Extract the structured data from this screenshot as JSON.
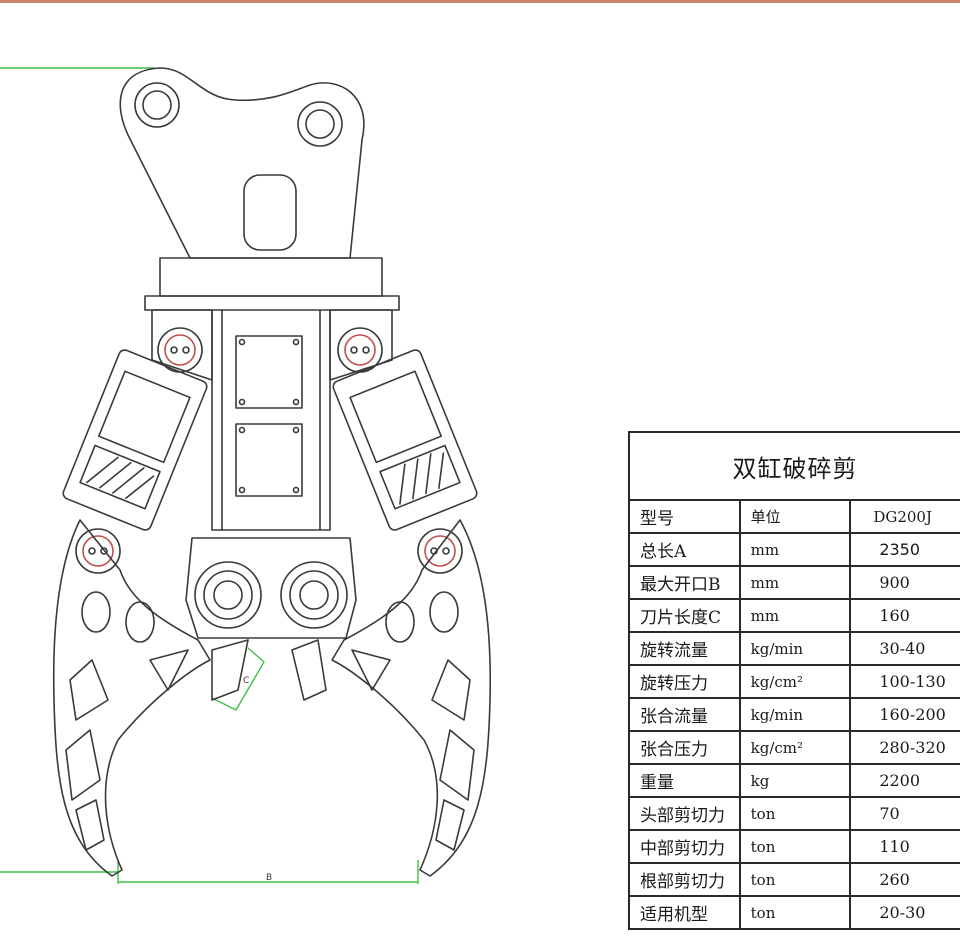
{
  "table": {
    "title": "双缸破碎剪",
    "header": {
      "model_label": "型号",
      "unit_label": "单位",
      "model_value": "DG200J"
    },
    "rows": [
      {
        "name": "总长A",
        "unit": "mm",
        "value": "2350"
      },
      {
        "name": "最大开口B",
        "unit": "mm",
        "value": "900"
      },
      {
        "name": "刀片长度C",
        "unit": "mm",
        "value": "160"
      },
      {
        "name": "旋转流量",
        "unit": "kg/min",
        "value": "30-40"
      },
      {
        "name": "旋转压力",
        "unit": "kg/cm²",
        "value": "100-130"
      },
      {
        "name": "张合流量",
        "unit": "kg/min",
        "value": "160-200"
      },
      {
        "name": "张合压力",
        "unit": "kg/cm²",
        "value": "280-320"
      },
      {
        "name": "重量",
        "unit": "kg",
        "value": "2200"
      },
      {
        "name": "头部剪切力",
        "unit": "ton",
        "value": "70"
      },
      {
        "name": "中部剪切力",
        "unit": "ton",
        "value": "110"
      },
      {
        "name": "根部剪切力",
        "unit": "ton",
        "value": "260"
      },
      {
        "name": "适用机型",
        "unit": "ton",
        "value": "20-30"
      }
    ]
  },
  "drawing": {
    "dimension_b_label": "B",
    "dimension_c_label": "C"
  },
  "colors": {
    "line": "#3a3a3a",
    "dimension": "#3fbf4a",
    "pin_accent": "#c0504d",
    "top_rule": "#c6846a"
  }
}
